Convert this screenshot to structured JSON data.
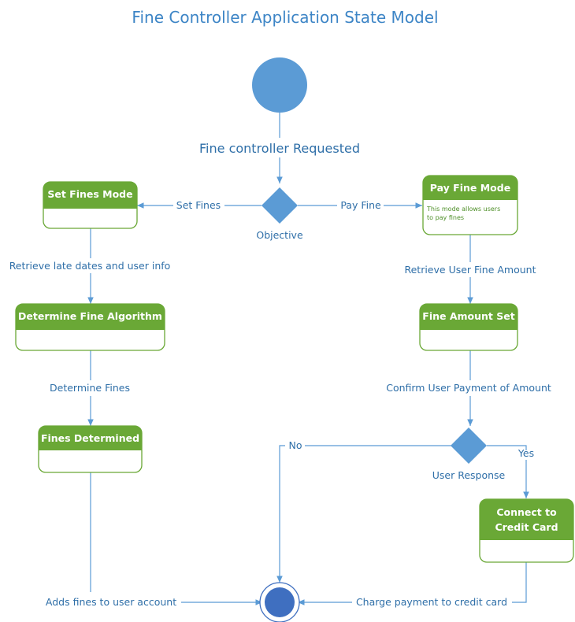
{
  "title": "Fine Controller Application State Model",
  "start_label": "Fine controller Requested",
  "decision_objective": "Objective",
  "decision_user_response": "User Response",
  "states": {
    "set_fines_mode": "Set Fines Mode",
    "pay_fine_mode": "Pay Fine Mode",
    "pay_fine_mode_note_line1": "This mode allows users",
    "pay_fine_mode_note_line2": "to pay fines",
    "determine_fine_algorithm": "Determine Fine Algorithm",
    "fine_amount_set": "Fine Amount Set",
    "fines_determined": "Fines Determined",
    "connect_credit_card_line1": "Connect to",
    "connect_credit_card_line2": "Credit Card"
  },
  "edges": {
    "set_fines": "Set Fines",
    "pay_fine": "Pay Fine",
    "retrieve_late_dates": "Retrieve late dates and user info",
    "retrieve_user_fine_amount": "Retrieve User Fine Amount",
    "determine_fines": "Determine Fines",
    "confirm_payment": "Confirm User Payment of Amount",
    "no": "No",
    "yes": "Yes",
    "adds_fines": "Adds fines to user account",
    "charge_payment": "Charge payment to credit card"
  },
  "colors": {
    "accent_blue": "#5b9bd5",
    "state_green": "#6aa836",
    "text_blue": "#2f6fa8"
  }
}
